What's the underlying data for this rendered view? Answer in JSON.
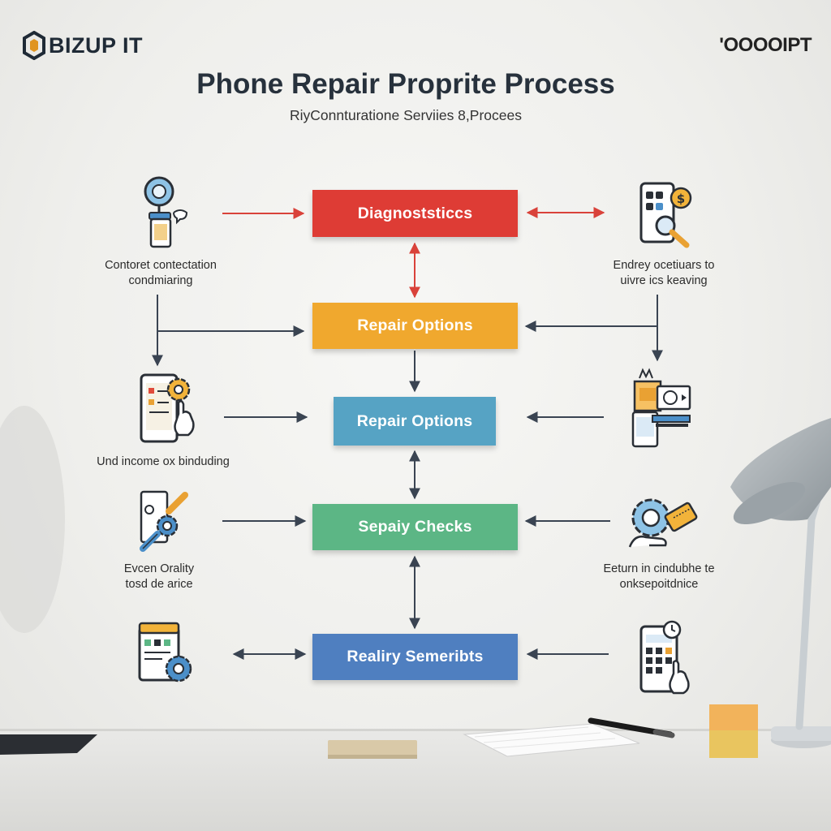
{
  "brand": {
    "left_logo": "BIZUP IT",
    "right_logo_main": "ꞌᎾᎾᏫ",
    "right_logo_accent": "ᎾIPT",
    "right_logo_text": "'OOOOIPT"
  },
  "title": "Phone Repair Proprite Process",
  "subtitle": "RiyConnturatione Serviies 8,Procees",
  "steps": [
    {
      "label": "Diagnoststiccs",
      "color": "#de3c35"
    },
    {
      "label": "Repair Options",
      "color": "#f0a82e"
    },
    {
      "label": "Repair Options",
      "color": "#56a3c4"
    },
    {
      "label": "Sepaiy Checks",
      "color": "#5cb685"
    },
    {
      "label": "Realiry Semeribts",
      "color": "#4f7fc0"
    }
  ],
  "captions": {
    "left_1": [
      "Contoret contectation",
      "condmiaring"
    ],
    "right_1": [
      "Endrey ocetiuars to",
      "uivre ics keaving"
    ],
    "left_3": [
      "Und income ox binduding"
    ],
    "left_4": [
      "Evcen Orality",
      "tosd de arice"
    ],
    "right_4": [
      "Eeturn in cindubhe te",
      "onksepoitdnice"
    ]
  },
  "icons": [
    "magnifier-phone-icon",
    "phone-coin-search-icon",
    "phone-gear-hand-icon",
    "laptop-phone-chat-icon",
    "tools-gear-icon",
    "gear-wrench-icon",
    "device-gear-icon",
    "phone-keypad-hand-icon"
  ],
  "colors": {
    "arrow_red": "#d9423a",
    "arrow_dark": "#3a4452",
    "icon_stroke": "#2a2f36",
    "icon_blue": "#4b8fc9",
    "icon_orange": "#e9a133"
  }
}
